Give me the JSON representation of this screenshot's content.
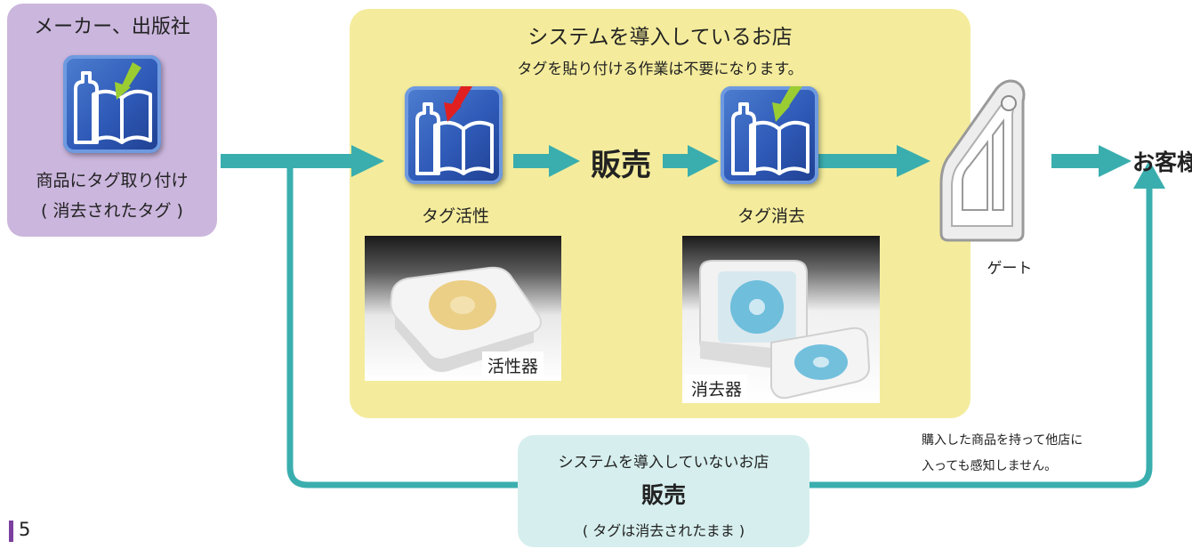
{
  "maker": {
    "title": "メーカー、出版社",
    "caption_line1": "商品にタグ取り付け",
    "caption_line2": "( 消去されたタグ )"
  },
  "store": {
    "title": "システムを導入しているお店",
    "subtitle": "タグを貼り付ける作業は不要になります。",
    "activate_label": "タグ活性",
    "sale_label": "販売",
    "deactivate_label": "タグ消去",
    "activator_label": "活性器",
    "deactivator_label": "消去器"
  },
  "gate": {
    "label": "ゲート"
  },
  "customer": {
    "label": "お客様"
  },
  "note": {
    "line1": "購入した商品を持って他店に",
    "line2": "入っても感知しません。"
  },
  "other_store": {
    "title": "システムを導入していないお店",
    "sale_label": "販売",
    "caption": "( タグは消去されたまま )"
  },
  "page": {
    "number": "5"
  },
  "colors": {
    "arrow": "#3aaeae",
    "maker_box": "#cbb6dd",
    "store_box": "#f4ec9c",
    "other_box": "#d6efee",
    "icon_blue": "#2f5ab8",
    "green_arrow": "#9acd32",
    "red_arrow": "#e02020"
  }
}
